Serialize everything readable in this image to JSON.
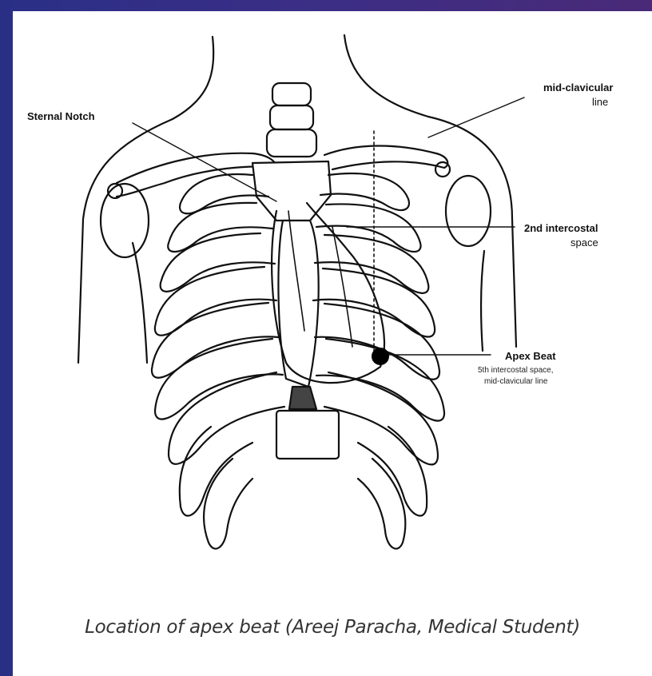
{
  "labels": {
    "sternal_notch": "Sternal Notch",
    "mid_clavicular_1": "mid-clavicular",
    "mid_clavicular_2": "line",
    "intercostal_1": "2nd intercostal",
    "intercostal_2": "space",
    "apex_title": "Apex Beat",
    "apex_sub_1": "5th intercostal space,",
    "apex_sub_2": "mid-clavicular line"
  },
  "caption": "Location of apex beat (Areej Paracha, Medical Student)"
}
